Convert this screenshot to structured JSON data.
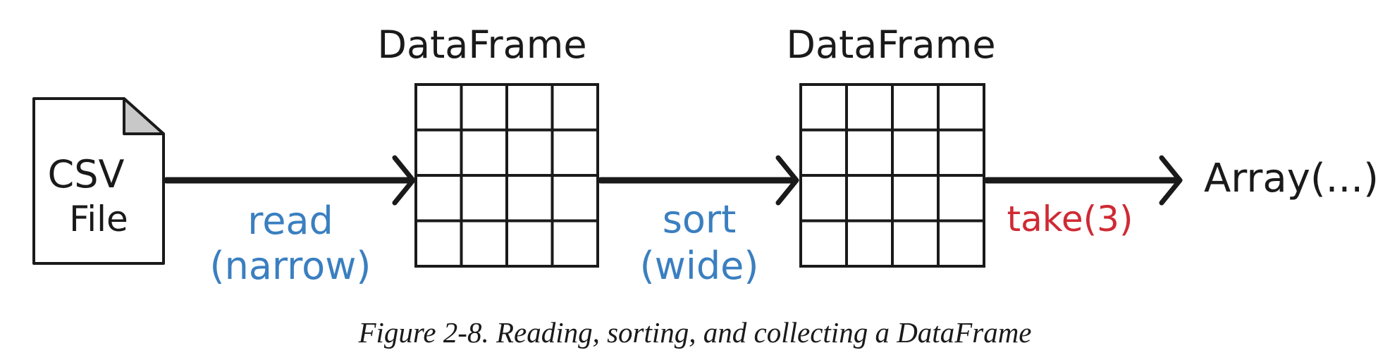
{
  "colors": {
    "ink": "#1a1a1a",
    "blue": "#3a7fc0",
    "red": "#cf2a34",
    "fold": "#c8c8c8"
  },
  "nodes": {
    "csv_file": {
      "line1": "CSV",
      "line2": "File",
      "icon": "file-icon"
    },
    "dataframe_1": {
      "label": "DataFrame",
      "icon": "table-grid-icon"
    },
    "dataframe_2": {
      "label": "DataFrame",
      "icon": "table-grid-icon"
    },
    "result": {
      "label": "Array(...)"
    }
  },
  "edges": {
    "read": {
      "line1": "read",
      "line2": "(narrow)"
    },
    "sort": {
      "line1": "sort",
      "line2": "(wide)"
    },
    "take": {
      "label": "take(3)"
    }
  },
  "caption": "Figure 2-8. Reading, sorting, and collecting a DataFrame"
}
